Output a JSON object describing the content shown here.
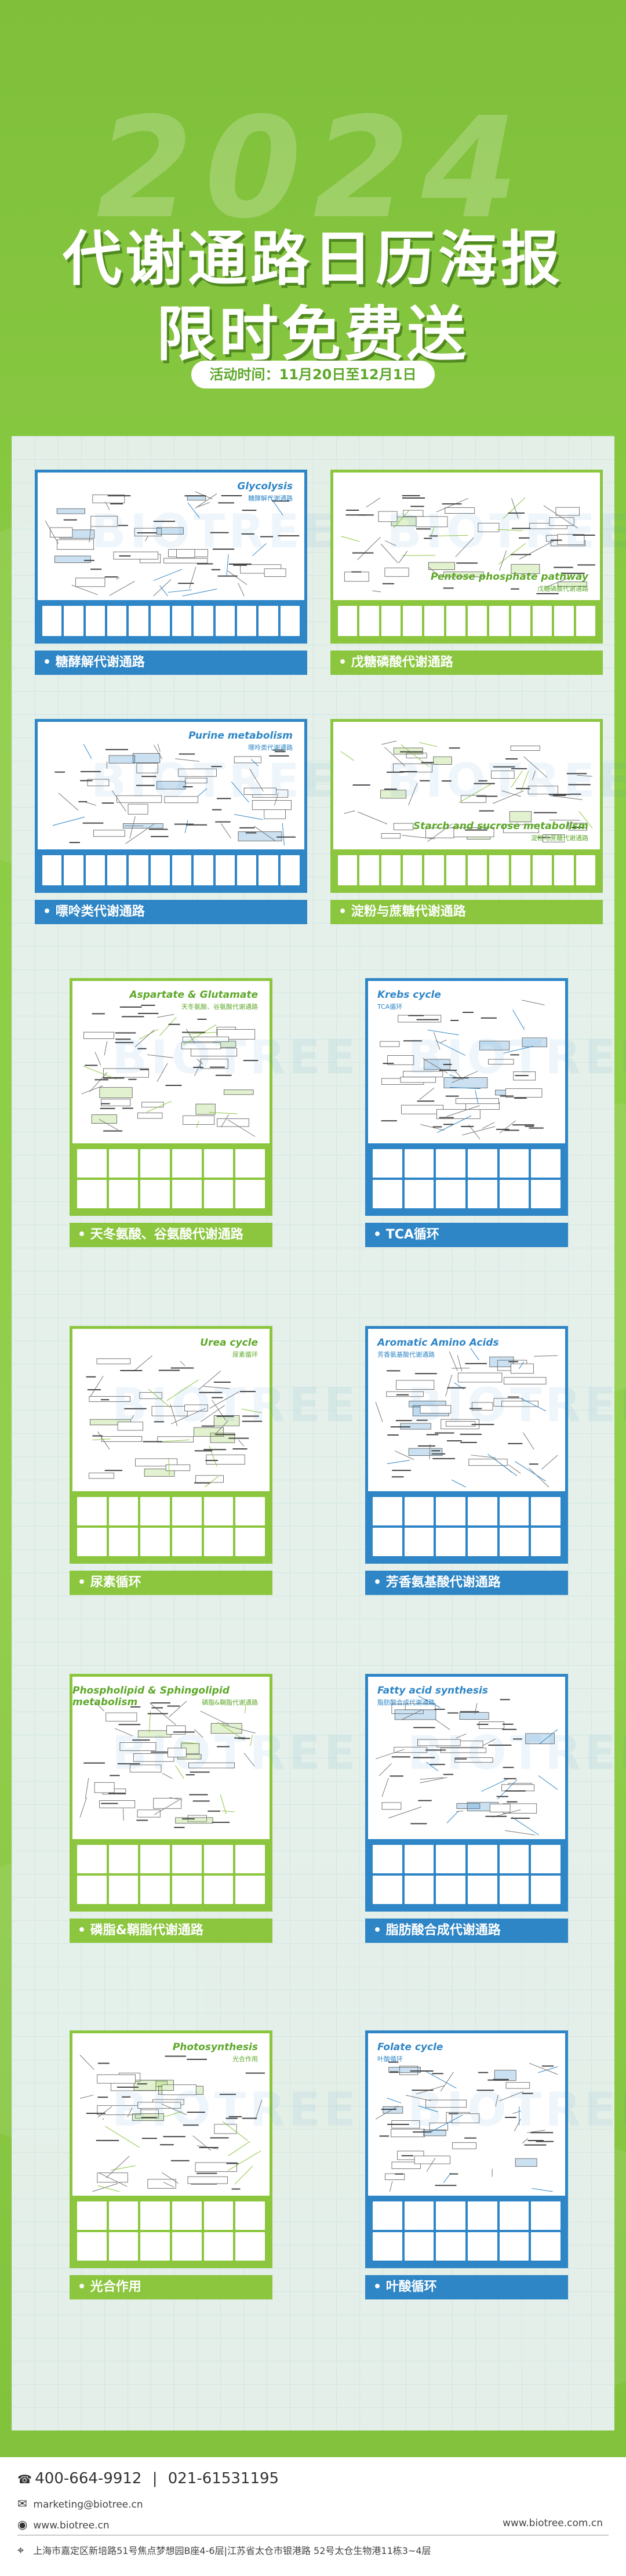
{
  "header": {
    "year": "2024",
    "title_line1": "代谢通路日历海报",
    "title_line2": "限时免费送",
    "date_text": "活动时间：11月20日至12月1日"
  },
  "posters": [
    {
      "label": "• 糖酵解代谢通路",
      "en_title": "Glycolysis",
      "cn_title": "糖酵解代谢通路",
      "theme": "blue"
    },
    {
      "label": "• 戊糖磷酸代谢通路",
      "en_title": "Pentose phosphate pathway",
      "cn_title": "戊糖磷酸代谢通路",
      "theme": "green"
    },
    {
      "label": "• 嘌呤类代谢通路",
      "en_title": "Purine metabolism",
      "cn_title": "嘌呤类代谢通路",
      "theme": "blue"
    },
    {
      "label": "• 淀粉与蔗糖代谢通路",
      "en_title": "Starch and sucrose metabolism",
      "cn_title": "淀粉与蔗糖代谢通路",
      "theme": "green"
    },
    {
      "label": "• 天冬氨酸、谷氨酸代谢通路",
      "en_title": "Aspartate & Glutamate",
      "cn_title": "天冬氨酸、谷氨酸代谢通路",
      "theme": "green"
    },
    {
      "label": "• TCA循环",
      "en_title": "Krebs cycle",
      "cn_title": "TCA循环",
      "theme": "blue"
    },
    {
      "label": "• 尿素循环",
      "en_title": "Urea cycle",
      "cn_title": "尿素循环",
      "theme": "green"
    },
    {
      "label": "• 芳香氨基酸代谢通路",
      "en_title": "Aromatic Amino Acids",
      "cn_title": "芳香氨基酸代谢通路",
      "theme": "blue"
    },
    {
      "label": "• 磷脂&鞘脂代谢通路",
      "en_title": "Phospholipid & Sphingolipid metabolism",
      "cn_title": "磷脂&鞘脂代谢通路",
      "theme": "green"
    },
    {
      "label": "• 脂肪酸合成代谢通路",
      "en_title": "Fatty acid synthesis",
      "cn_title": "脂肪酸合成代谢通路",
      "theme": "blue"
    },
    {
      "label": "• 光合作用",
      "en_title": "Photosynthesis",
      "cn_title": "光合作用",
      "theme": "green"
    },
    {
      "label": "• 叶酸循环",
      "en_title": "Folate cycle",
      "cn_title": "叶酸循环",
      "theme": "blue"
    }
  ],
  "watermark": "BIOTREE",
  "footer": {
    "phone1": "400-664-9912",
    "phone2": "021-61531195",
    "email": "marketing@biotree.cn",
    "website": "www.biotree.cn",
    "website_right": "www.biotree.com.cn",
    "address": "上海市嘉定区新培路51号焦点梦想园B座4-6层|江苏省太仓市银港路 52号太仓生物港11栋3~4层"
  },
  "colors": {
    "brand_green": "#8cc63f",
    "brand_blue": "#2f86c6"
  }
}
